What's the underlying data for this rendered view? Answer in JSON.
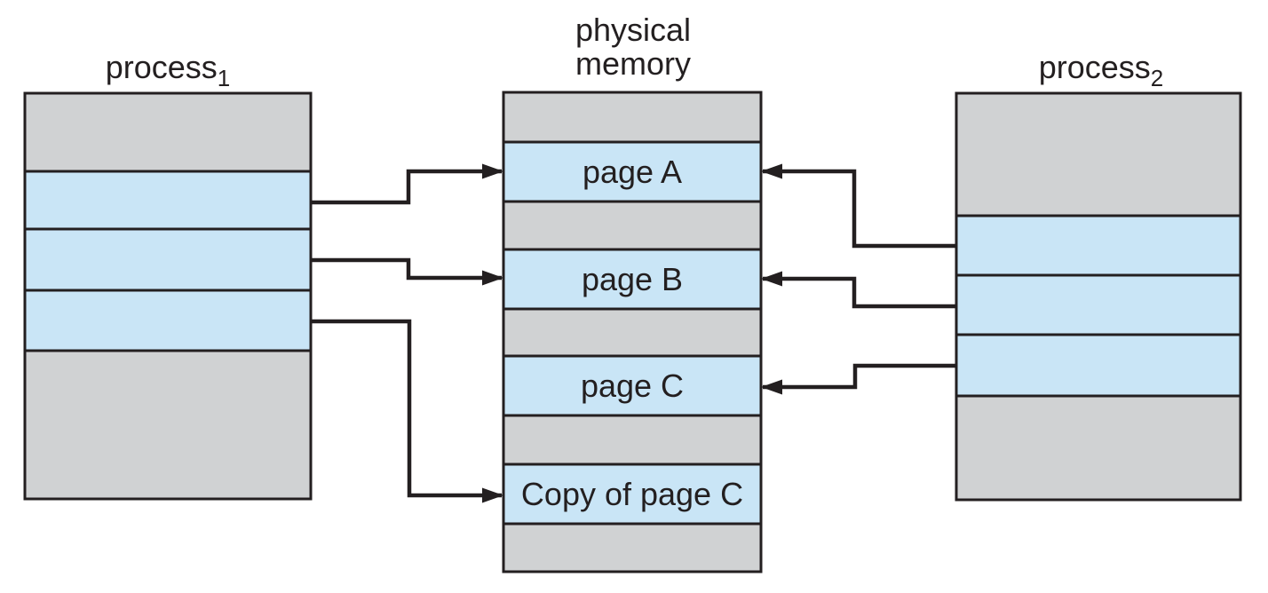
{
  "labels": {
    "process1": {
      "base": "process",
      "sub": "1"
    },
    "physical_memory": {
      "line1": "physical",
      "line2": "memory"
    },
    "process2": {
      "base": "process",
      "sub": "2"
    },
    "page_a": "page A",
    "page_b": "page B",
    "page_c": "page C",
    "copy_of_page_c": "Copy of page C"
  },
  "colors": {
    "segment_gray": "#d0d2d3",
    "segment_blue": "#c9e5f6",
    "line": "#231f20",
    "background": "#ffffff"
  },
  "structure": {
    "columns": [
      {
        "name": "process1",
        "segments": [
          "gray",
          "blue",
          "blue",
          "blue",
          "gray"
        ]
      },
      {
        "name": "physical memory",
        "segments": [
          "gray",
          "page A",
          "gray",
          "page B",
          "gray",
          "page C",
          "gray",
          "Copy of page C",
          "gray"
        ]
      },
      {
        "name": "process2",
        "segments": [
          "gray",
          "blue",
          "blue",
          "blue",
          "gray"
        ]
      }
    ],
    "arrows": [
      {
        "from": "process1 blue segment 1",
        "to": "page A"
      },
      {
        "from": "process1 blue segment 2",
        "to": "page B"
      },
      {
        "from": "process1 blue segment 3",
        "to": "Copy of page C"
      },
      {
        "from": "process2 blue segment 1",
        "to": "page A"
      },
      {
        "from": "process2 blue segment 2",
        "to": "page B"
      },
      {
        "from": "process2 blue segment 3",
        "to": "page C"
      }
    ]
  }
}
